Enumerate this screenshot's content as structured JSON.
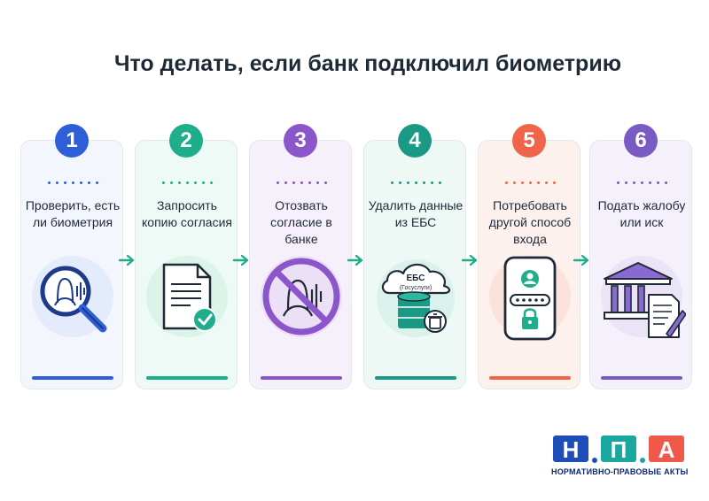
{
  "title": "Что делать, если банк подключил биометрию",
  "steps": [
    {
      "number": "1",
      "label": "Проверить, есть ли биометрия",
      "color": "#2f5fd8",
      "bg": "#f3f6fd"
    },
    {
      "number": "2",
      "label": "Запросить копию согласия",
      "color": "#1fae8c",
      "bg": "#eefaf5"
    },
    {
      "number": "3",
      "label": "Отозвать согласие в банке",
      "color": "#8a56c9",
      "bg": "#f6f0fb"
    },
    {
      "number": "4",
      "label": "Удалить данные из ЕБС",
      "color": "#1a9a85",
      "bg": "#eef9f6"
    },
    {
      "number": "5",
      "label": "Потребовать другой способ входа",
      "color": "#f0654a",
      "bg": "#fdf1ee"
    },
    {
      "number": "6",
      "label": "Подать жалобу или иск",
      "color": "#7a5ac4",
      "bg": "#f4f1fb"
    }
  ],
  "ebs": {
    "name": "ЕБС",
    "sub": "(Госуслуги)"
  },
  "logo": {
    "letters": [
      "Н",
      "П",
      "А"
    ],
    "caption": "НОРМАТИВНО-ПРАВОВЫЕ АКТЫ",
    "colors": [
      "#1e4db7",
      "#19a8a0",
      "#f0584a"
    ]
  }
}
